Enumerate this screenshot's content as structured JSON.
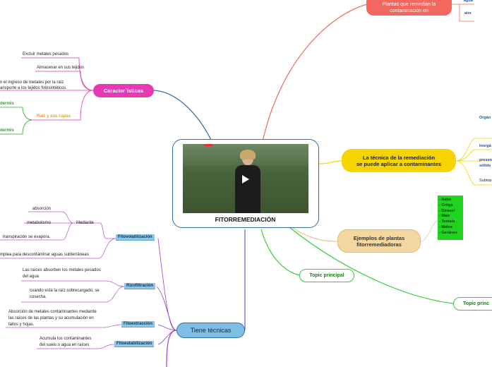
{
  "central": {
    "title": "FITORREMEDIACIÓN",
    "video": {
      "play_icon": "play-icon"
    }
  },
  "branches": {
    "top_partial": {
      "label": "Plantas que remedian la contaminación en",
      "items": [
        "agua",
        "aire"
      ]
    },
    "caracteristicas": {
      "label": "Caracter´ísticas",
      "items": [
        "Excluir  metales pesados",
        "Almacenar en sus tejidos",
        "n el ingreso de metales por la raíz",
        "ansporte  a los tejidos fotosintéticos."
      ],
      "raiz": {
        "label": "Raíz y sus capas",
        "items": [
          "dermis",
          "dermis"
        ]
      }
    },
    "tecnica": {
      "label_line1": "La técnica de la remediación",
      "label_line2": "se puede aplicar a contaminantes",
      "items": [
        "Orgán",
        "Inorgá",
        "presen",
        "sólido",
        "Subtop"
      ]
    },
    "ejemplos": {
      "label_line1": "Ejemplos de plantas",
      "label_line2": "fitorremediadoras",
      "plants": [
        "- Nabo",
        "- Ortiga",
        "- Girasol",
        "- Maíz",
        "- Tomate",
        "- Malva",
        "- Geráneo"
      ]
    },
    "topic_principal_1": "Topic principal",
    "topic_principal_2": "Topic princ",
    "tecnicas": {
      "label": "Tiene técnicas",
      "fitovolatilizacion": {
        "label": "Fitovolatilización",
        "mediante": "Mediante",
        "sub": [
          "absorción",
          "metabolismo",
          "transpiración se evapora."
        ],
        "extra": "mplea para descontaminar aguas subterráneas"
      },
      "rizofiltracion": {
        "label": "Rizofiltración",
        "items": [
          "Las raíces absorben los metales pesados",
          "del agua",
          "cuando esta la raíz sobrecargado, se",
          "cosecha."
        ]
      },
      "fitoextraccion": {
        "label": "Fitoextracción",
        "items": [
          "Absorción de metales contaminantes mediante",
          "las raíces de las plantas y su acumulación en",
          "tallos y hojas."
        ]
      },
      "fitoestabilizacion": {
        "label": "Fitoestabilización",
        "items": [
          "Acumula los contaminantes",
          "del suelo o agua en raíces"
        ]
      }
    }
  },
  "colors": {
    "central_border": "#2e6fa8",
    "caracteristicas": "#e63ab4",
    "tecnica": "#f5d400",
    "ejemplos": "#f4d6a0",
    "plants_box": "#1fd31f",
    "topic_green": "#36cc36",
    "tecnicas": "#7fbfe6",
    "top_partial": "#f3675f"
  }
}
